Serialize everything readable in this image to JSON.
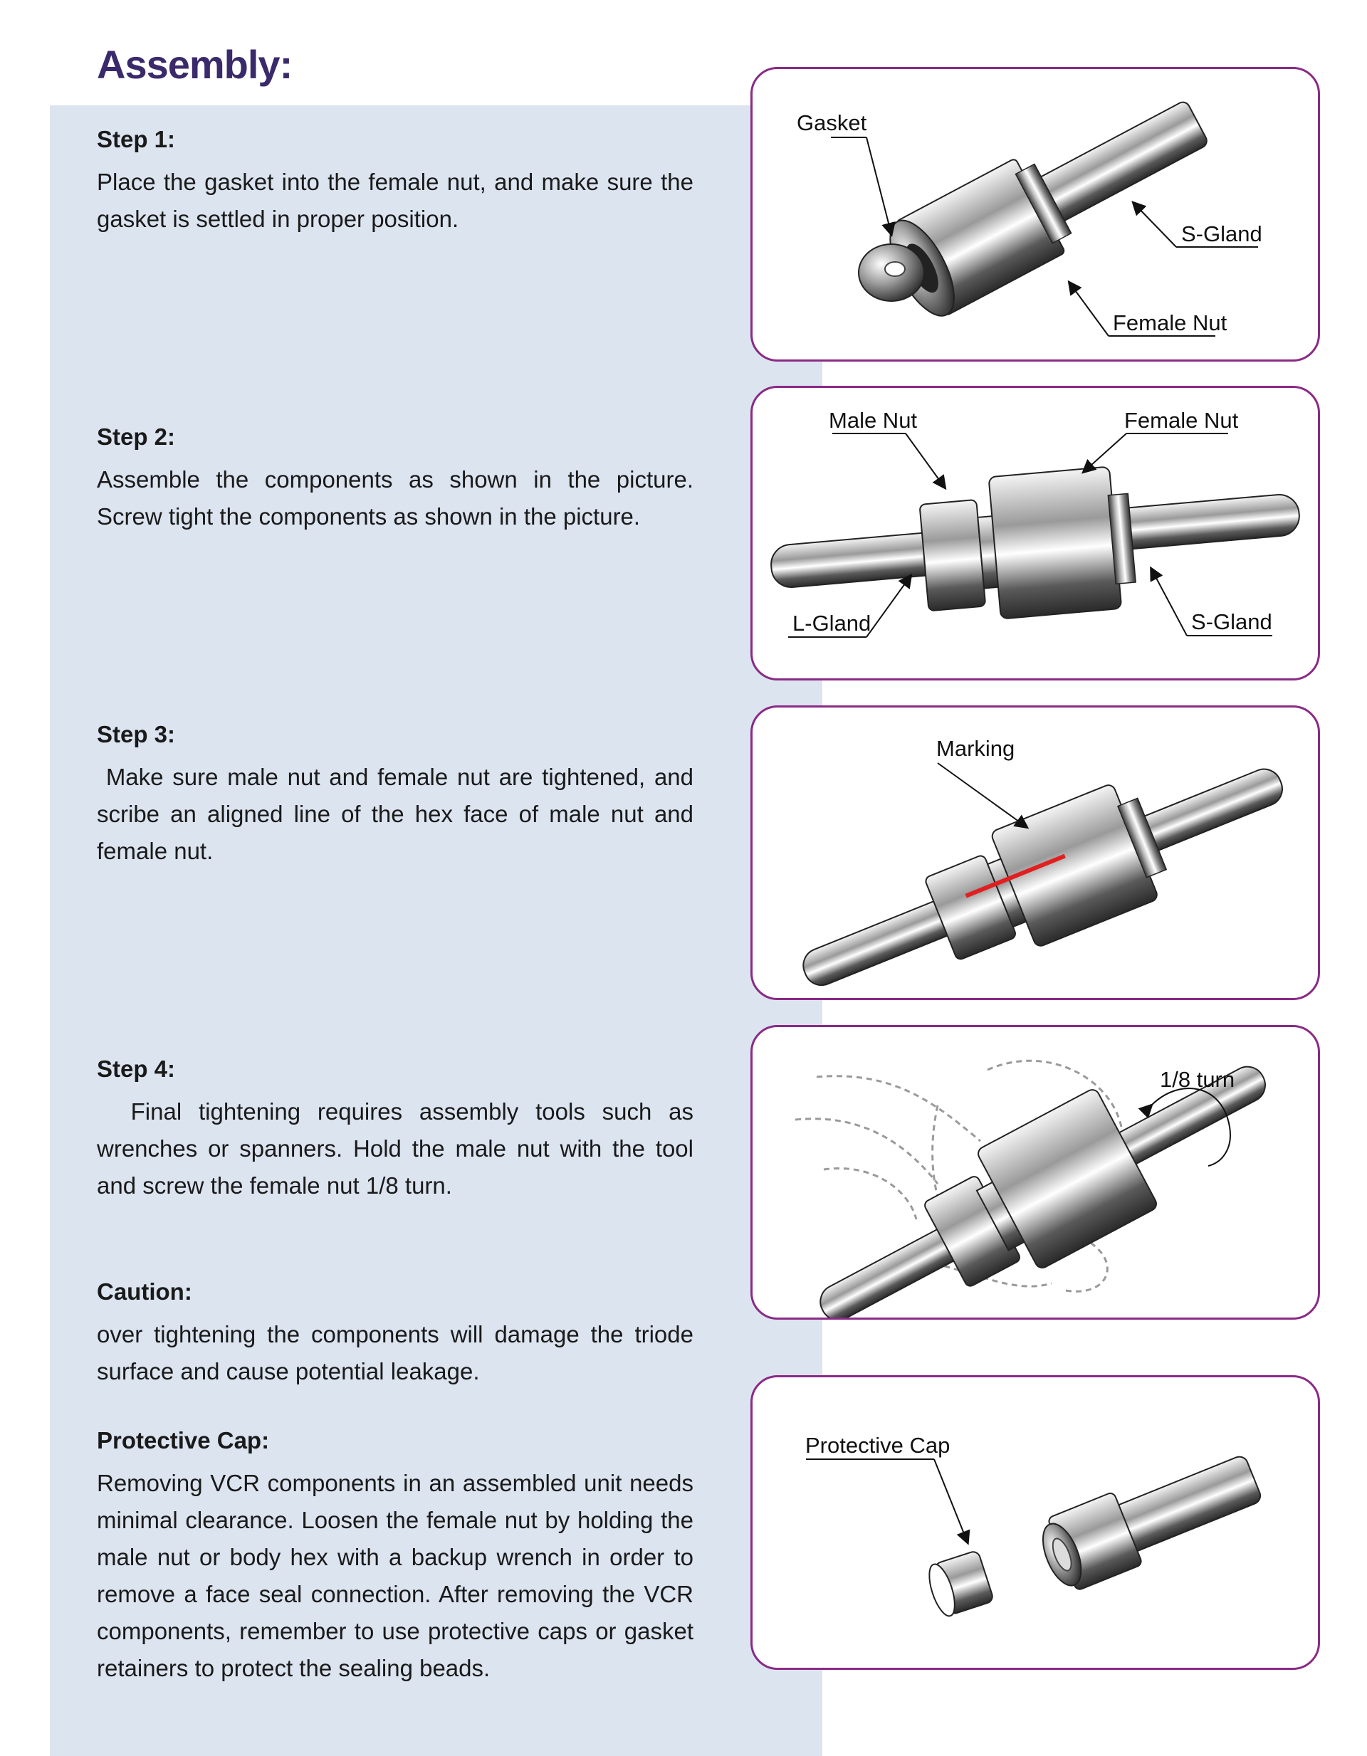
{
  "page": {
    "title": "Assembly:"
  },
  "steps": [
    {
      "heading": "Step 1:",
      "text": "Place the gasket into the female nut, and make sure the gasket is settled in proper position."
    },
    {
      "heading": "Step 2:",
      "text": "Assemble the components as shown in the picture. Screw tight the components as shown in the picture."
    },
    {
      "heading": "Step 3:",
      "text": " Make sure male nut and female nut are tightened, and scribe an aligned line of the hex face of male nut and female nut."
    },
    {
      "heading": "Step 4:",
      "text": "  Final tightening requires assembly tools such as wrenches or spanners. Hold the male nut with the tool and screw the female nut 1/8 turn."
    }
  ],
  "caution": {
    "heading": "Caution:",
    "text": "over tightening the components will damage the triode surface and cause potential leakage."
  },
  "protective_cap": {
    "heading": "Protective Cap:",
    "text": "Removing VCR components in an assembled unit needs minimal clearance. Loosen the female nut by holding the male nut or body hex with a backup wrench in order to remove a face seal connection. After removing the VCR components, remember to use protective caps or gasket retainers to protect the sealing beads."
  },
  "figures": {
    "fig1": {
      "gasket": "Gasket",
      "s_gland": "S-Gland",
      "female_nut": "Female Nut"
    },
    "fig2": {
      "male_nut": "Male Nut",
      "female_nut": "Female Nut",
      "l_gland": "L-Gland",
      "s_gland": "S-Gland"
    },
    "fig3": {
      "marking": "Marking"
    },
    "fig4": {
      "turn": "1/8 turn"
    },
    "fig5": {
      "protective_cap": "Protective Cap"
    }
  },
  "colors": {
    "title": "#3b2a6b",
    "panel_background": "#dce4f0",
    "figure_border": "#8a2a86",
    "marking_line": "#e02020"
  }
}
